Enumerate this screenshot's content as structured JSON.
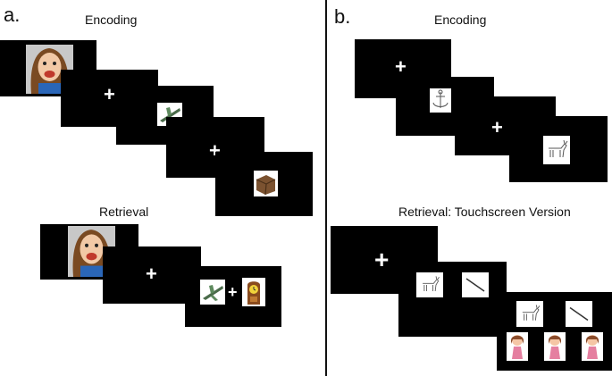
{
  "panels": {
    "a": {
      "letter": "a.",
      "encoding_title": "Encoding",
      "retrieval_title": "Retrieval",
      "fixation": "+"
    },
    "b": {
      "letter": "b.",
      "encoding_title": "Encoding",
      "retrieval_title": "Retrieval: Touchscreen Version",
      "fixation": "+"
    }
  },
  "colors": {
    "screen": "#000000",
    "background": "#ffffff",
    "fixation": "#ffffff"
  },
  "stimulus_icons": [
    "cartoon-face",
    "airplane",
    "box",
    "clock",
    "anchor",
    "goat",
    "stick",
    "girl-figure"
  ]
}
